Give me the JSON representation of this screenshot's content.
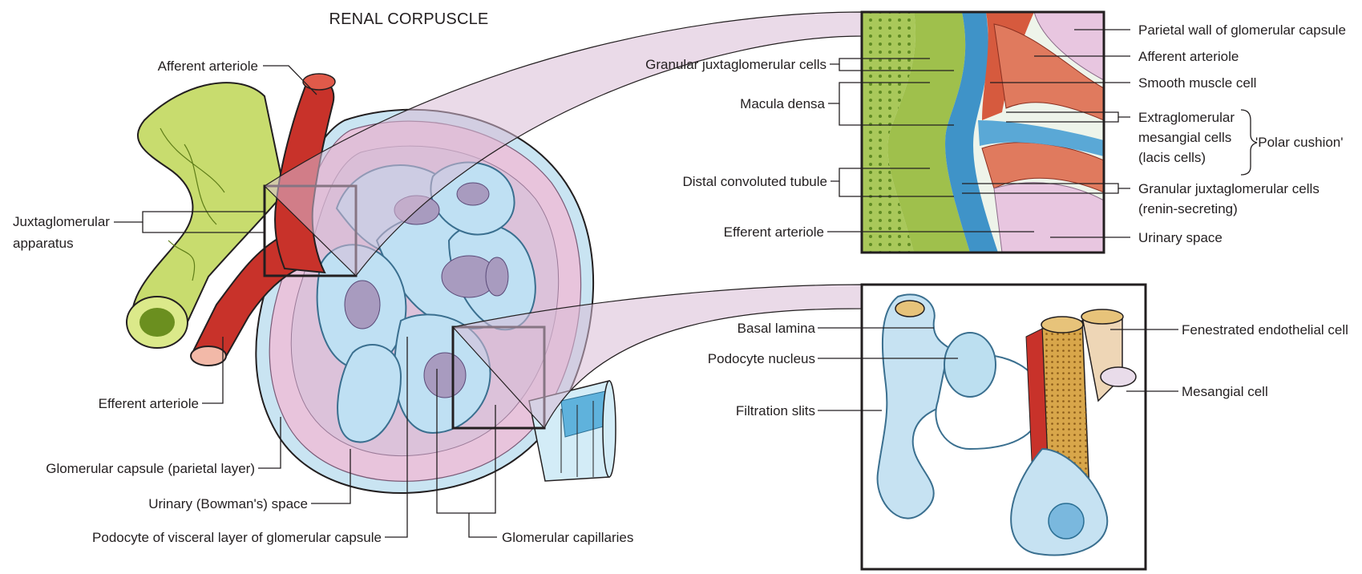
{
  "title": "RENAL CORPUSCLE",
  "colors": {
    "tubule_green": "#b9d46a",
    "arteriole_red": "#c8322a",
    "podocyte_blue": "#bfe0f3",
    "capsule_pink": "#e8c4dc",
    "outline": "#231f20"
  },
  "main": {
    "afferent_arteriole": "Afferent arteriole",
    "juxtaglomerular_apparatus_line1": "Juxtaglomerular",
    "juxtaglomerular_apparatus_line2": "apparatus",
    "efferent_arteriole": "Efferent arteriole",
    "glomerular_capsule_parietal": "Glomerular capsule (parietal layer)",
    "urinary_bowmans_space": "Urinary (Bowman's) space",
    "podocyte_visceral": "Podocyte of visceral layer of glomerular capsule",
    "glomerular_capillaries": "Glomerular capillaries"
  },
  "inset_top": {
    "granular_jg_cells": "Granular juxtaglomerular cells",
    "macula_densa": "Macula densa",
    "distal_convoluted_tubule": "Distal convoluted tubule",
    "efferent_arteriole": "Efferent arteriole",
    "parietal_wall": "Parietal wall of glomerular capsule",
    "afferent_arteriole": "Afferent arteriole",
    "smooth_muscle_cell": "Smooth muscle cell",
    "extraglomerular_line1": "Extraglomerular",
    "extraglomerular_line2": "mesangial cells",
    "extraglomerular_line3": "(lacis cells)",
    "polar_cushion": "'Polar cushion'",
    "granular_jg_renin_line1": "Granular juxtaglomerular cells",
    "granular_jg_renin_line2": "(renin-secreting)",
    "urinary_space": "Urinary space"
  },
  "inset_bottom": {
    "basal_lamina": "Basal lamina",
    "podocyte_nucleus": "Podocyte nucleus",
    "filtration_slits": "Filtration slits",
    "fenestrated_endothelial_cell": "Fenestrated endothelial cell",
    "mesangial_cell": "Mesangial cell"
  }
}
